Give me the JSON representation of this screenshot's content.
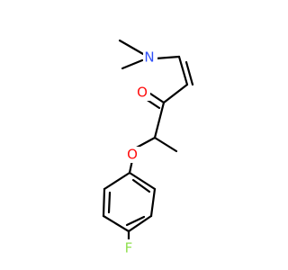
{
  "molecule": {
    "atoms": {
      "nitrogen": {
        "label": "N",
        "color": "#3050F8"
      },
      "oxygen_ketone": {
        "label": "O",
        "color": "#FF0D0D"
      },
      "oxygen_ether": {
        "label": "O",
        "color": "#FF0D0D"
      },
      "fluorine": {
        "label": "F",
        "color": "#90E050"
      }
    }
  }
}
